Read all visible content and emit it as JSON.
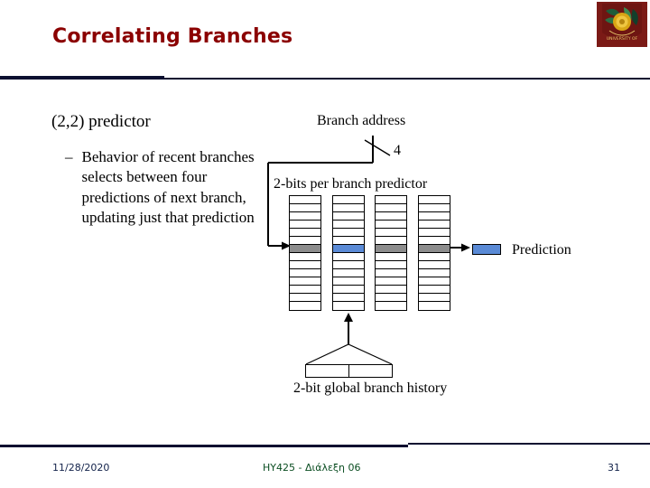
{
  "slide": {
    "title": "Correlating Branches",
    "logo_alt": "university-crest"
  },
  "body": {
    "lead": "(2,2) predictor",
    "bullet_marker": "–",
    "bullet_text": "Behavior of recent branches selects between four predictions of next branch, updating just that prediction"
  },
  "diagram": {
    "branch_address_label": "Branch address",
    "bit_width_label": "4",
    "predictor_table_label": "2-bits per branch predictor",
    "prediction_label": "Prediction",
    "history_label": "2-bit global branch history",
    "columns": [
      {
        "name": "predictor-column-1",
        "rows": 14,
        "highlight_index": 6,
        "highlight_color": "#8c8c8c"
      },
      {
        "name": "predictor-column-2",
        "rows": 14,
        "highlight_index": 6,
        "highlight_color": "#5a8ad6"
      },
      {
        "name": "predictor-column-3",
        "rows": 14,
        "highlight_index": 6,
        "highlight_color": "#8c8c8c"
      },
      {
        "name": "predictor-column-4",
        "rows": 14,
        "highlight_index": 6,
        "highlight_color": "#8c8c8c"
      }
    ],
    "history_cells": 2,
    "prediction_swatch_color": "#5a8ad6"
  },
  "footer": {
    "date": "11/28/2020",
    "course": "HY425 - Διάλεξη 06",
    "page": "31"
  },
  "colors": {
    "title": "#8B0000",
    "rule": "#0b1030",
    "footer_date": "#12224a",
    "footer_course": "#0a4d21",
    "highlight_gray": "#8c8c8c",
    "highlight_blue": "#5a8ad6",
    "crest_field": "#7b1a16"
  }
}
